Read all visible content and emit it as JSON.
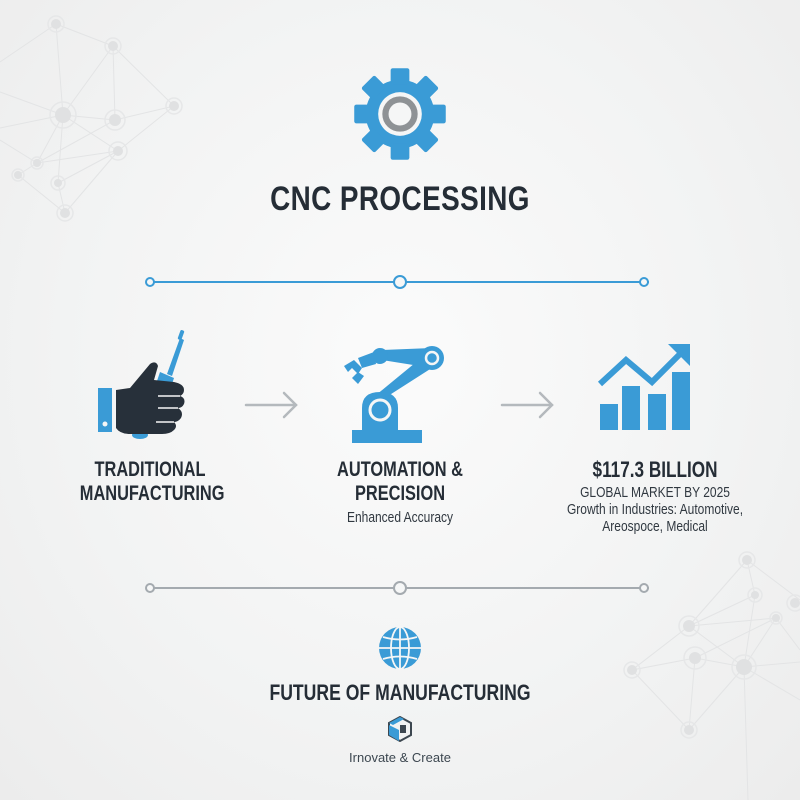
{
  "header": {
    "icon": "gear-icon",
    "title": "CNC PROCESSING"
  },
  "timelines": {
    "top": {
      "color": "#3a9bd6",
      "nodes": 3
    },
    "bottom": {
      "color": "#a4aaaf",
      "nodes": 3
    }
  },
  "steps": [
    {
      "icon": "hand-screwdriver-icon",
      "title_line1": "TRADITIONAL",
      "title_line2": "MANUFACTURING"
    },
    {
      "icon": "robot-arm-icon",
      "title_line1": "AUTOMATION &",
      "title_line2": "PRECISION",
      "subtitle": "Enhanced Accuracy"
    },
    {
      "icon": "growth-chart-icon",
      "title_line1": "$117.3 BILLION",
      "caption": "GLOBAL MARKET BY 2025",
      "detail_line1": "Growth in Industries: Automotive,",
      "detail_line2": "Areospoce, Medical"
    }
  ],
  "arrows": [
    "arrow-right-icon",
    "arrow-right-icon"
  ],
  "footer": {
    "icon": "globe-icon",
    "title": "FUTURE OF MANUFACTURING",
    "logo_icon": "cube-logo-icon",
    "tagline": "Irnovate & Create"
  },
  "colors": {
    "accent": "#3a9bd6",
    "dark": "#252d36",
    "gray": "#a4aaaf",
    "background": "#f2f3f3"
  }
}
